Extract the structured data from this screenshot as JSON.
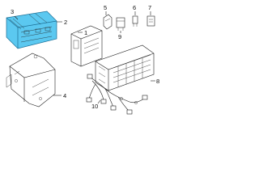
{
  "callouts": {
    "c1": "1",
    "c2": "2",
    "c3": "3",
    "c4": "4",
    "c5": "5",
    "c6": "6",
    "c7": "7",
    "c8": "8",
    "c9": "9",
    "c10": "10"
  },
  "colors": {
    "highlight_fill": "#5bc8f0",
    "highlight_stroke": "#1a6e96",
    "line": "#222222"
  }
}
